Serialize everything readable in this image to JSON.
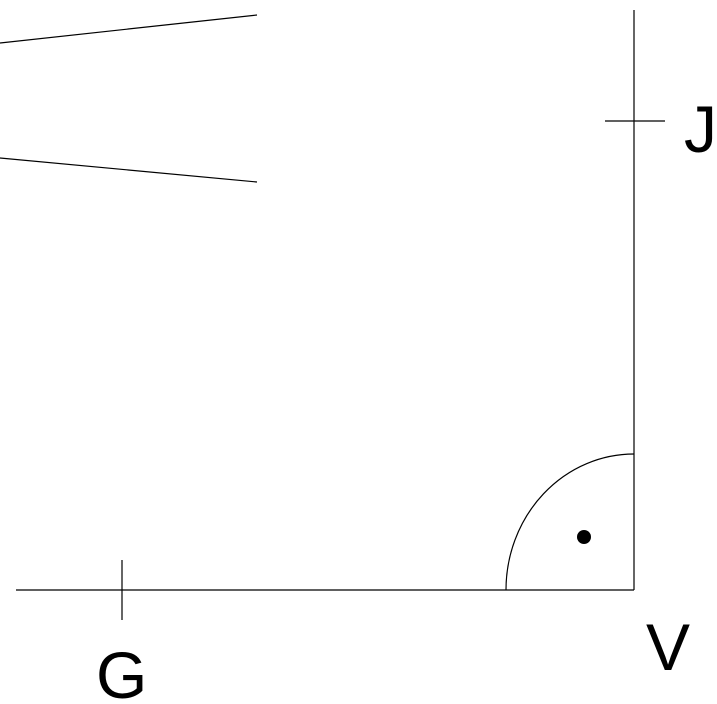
{
  "labels": {
    "vertex": "V",
    "ray_horizontal_point": "G",
    "ray_vertical_point": "J"
  },
  "right_angle_marker": "arc-with-dot",
  "colors": {
    "ink": "#000000",
    "background": "#ffffff"
  }
}
